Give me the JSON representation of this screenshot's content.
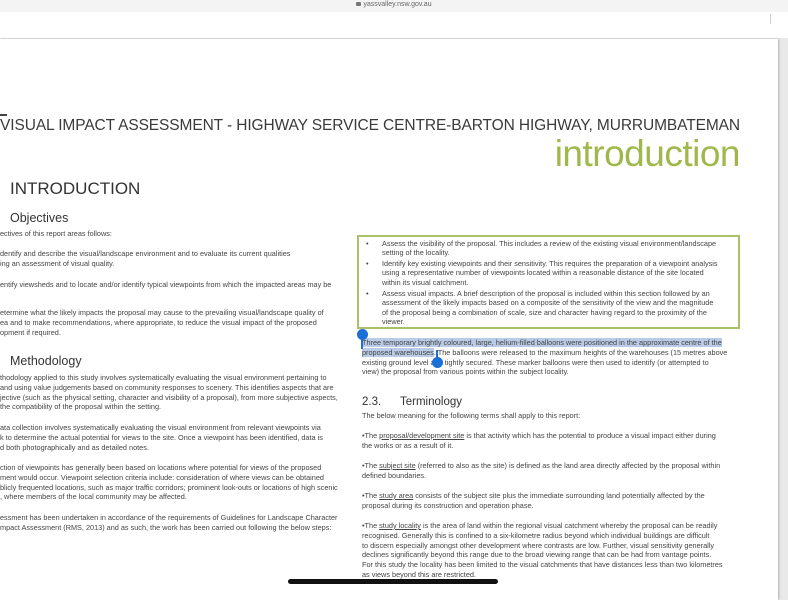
{
  "browser": {
    "url": "yassvalley.nsw.gov.au"
  },
  "header": {
    "title": "VISUAL IMPACT ASSESSMENT - HIGHWAY SERVICE CENTRE-BARTON HIGHWAY, MURRUMBATEMAN",
    "section_word": "introduction"
  },
  "left": {
    "heading_intro": "INTRODUCTION",
    "heading_objectives": "Objectives",
    "objectives_lead": "ectives of this report areas follows:",
    "obj_items": [
      [
        "dentify and describe the visual/landscape environment and to evaluate its current qualities",
        "ing an assessment of visual quality."
      ],
      [
        "entify viewsheds and to locate and/or identify typical viewpoints from which the impacted areas may be"
      ],
      [
        "etermine what the likely impacts the proposal may cause to the prevailing visual/landscape quality of",
        "ea and to make recommendations, where appropriate, to reduce the visual impact of the proposed",
        "opment if required."
      ]
    ],
    "heading_methodology": "Methodology",
    "method_paras": [
      [
        "thodology applied to this study involves systematically evaluating the visual environment pertaining to",
        "and using value judgements based on community responses to scenery. This identifies aspects that are",
        "jective (such as the physical setting, character and visibility of a proposal), from more subjective aspects,",
        "the compatibility of the proposal within the setting."
      ],
      [
        "ata collection involves systematically evaluating the visual environment from relevant viewpoints via",
        "k to determine the actual potential for views to the site. Once a viewpoint has been identified, data is",
        "d both photographically and as detailed notes."
      ],
      [
        "ction of viewpoints has generally been based on locations where potential for views of the proposed",
        "ment would occur. Viewpoint selection criteria include: consideration of where views can be obtained",
        "blicly frequented locations, such as major traffic corridors; prominent look-outs or locations of high scenic",
        ", where members of the local community may be affected."
      ],
      [
        "essment has been undertaken in accordance of the requirements of Guidelines for Landscape Character",
        "mpact Assessment (RMS, 2013) and as such, the work has been carried out following the below steps:"
      ]
    ]
  },
  "right": {
    "bullets": [
      [
        "Assess the visibility of the proposal.  This includes a review of the existing visual environment/landscape",
        "setting of the locality."
      ],
      [
        "Identify key existing viewpoints and their sensitivity. This requires the preparation of a viewpoint analysis",
        "using a representative number of viewpoints located within a reasonable distance of the site located",
        "within its visual catchment."
      ],
      [
        "Assess visual impacts. A brief description of the proposal is included within this section followed by an",
        "assessment of the likely impacts based on a composite of the sensitivity of the view and the magnitude",
        "of the proposal being a combination of scale, size and character having regard to the proximity of the",
        "viewer."
      ]
    ],
    "balloon": {
      "selected_1": "Three temporary brightly coloured, large, helium-filled balloons were positioned in the approximate centre of the",
      "selected_2": "proposed warehouses",
      "rest_2": ". The balloons were released to the maximum heights of the warehouses (15 metres above",
      "line_3": "existing ground level and tightly secured. These marker balloons were then used to identify (or attempted to",
      "line_4": "view) the proposal from various points within the subject locality."
    },
    "terminology_number": "2.3.",
    "terminology_heading": "Terminology",
    "terminology_intro": "The below meaning for the following terms shall apply to this report:",
    "terms": [
      {
        "pre": "•The ",
        "term": "proposal/development site",
        "lines": [
          " is that activity which has the potential to produce a visual impact either during",
          "the works or as a result of it."
        ]
      },
      {
        "pre": "•The ",
        "term": "subject site",
        "lines": [
          " (referred to also as the site) is defined as the land area directly affected by the proposal within",
          "defined boundaries."
        ]
      },
      {
        "pre": "•The ",
        "term": "study area",
        "lines": [
          " consists of the subject site plus the immediate surrounding land potentially affected by the",
          "proposal during its construction and operation phase."
        ]
      },
      {
        "pre": "•The ",
        "term": "study locality",
        "lines": [
          " is the area of land within the regional visual catchment whereby the proposal can be readily",
          "recognised. Generally this is confined to a six-kilometre radius beyond which individual buildings are difficult",
          "to discern especially amongst other development where contrasts are low. Further, visual sensitivity generally",
          "declines significantly beyond this range due to the broad viewing range that can be had from vantage points.",
          "For this study the locality has been limited to the visual catchments that have distances less than two kilometres",
          "as views beyond this are restricted."
        ]
      }
    ]
  }
}
